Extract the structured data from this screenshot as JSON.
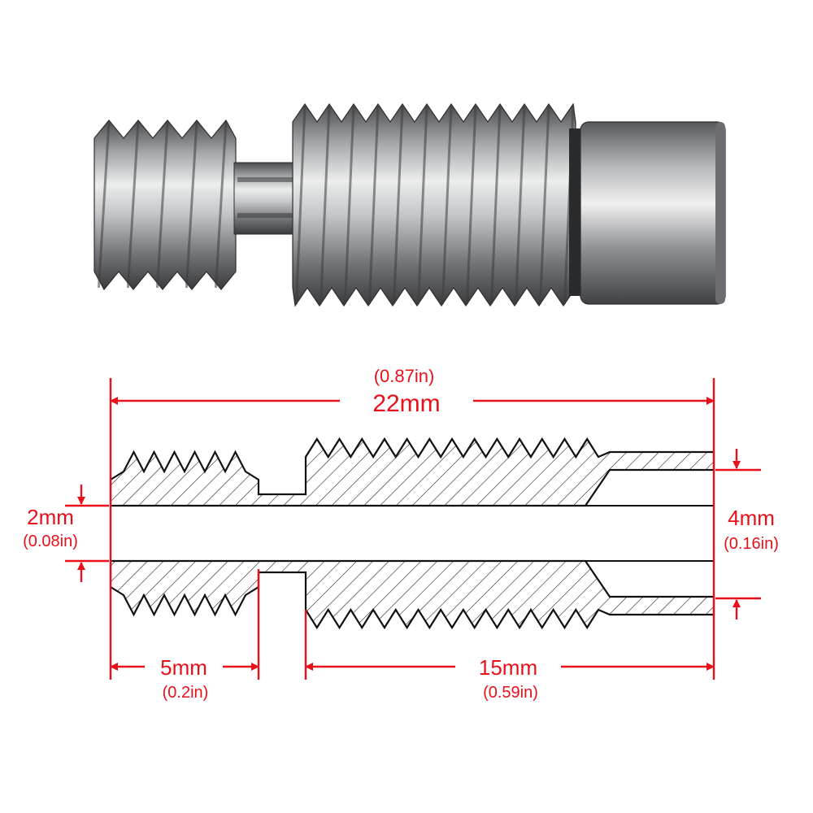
{
  "colors": {
    "dimension": "#e8101a",
    "outline": "#111111",
    "hatch": "#222222",
    "metal_dark": "#3f4042",
    "metal_mid": "#8e9093",
    "metal_light": "#e4e5e6",
    "background": "#ffffff"
  },
  "product_photo": {
    "subject": "heat-break-throat-tube"
  },
  "dimensions": {
    "total_length": {
      "mm": "22mm",
      "inch": "(0.87in)"
    },
    "bore_diameter": {
      "mm": "2mm",
      "inch": "(0.08in)"
    },
    "outer_bore_diameter": {
      "mm": "4mm",
      "inch": "(0.16in)"
    },
    "short_thread_length": {
      "mm": "5mm",
      "inch": "(0.2in)"
    },
    "long_thread_length": {
      "mm": "15mm",
      "inch": "(0.59in)"
    }
  }
}
